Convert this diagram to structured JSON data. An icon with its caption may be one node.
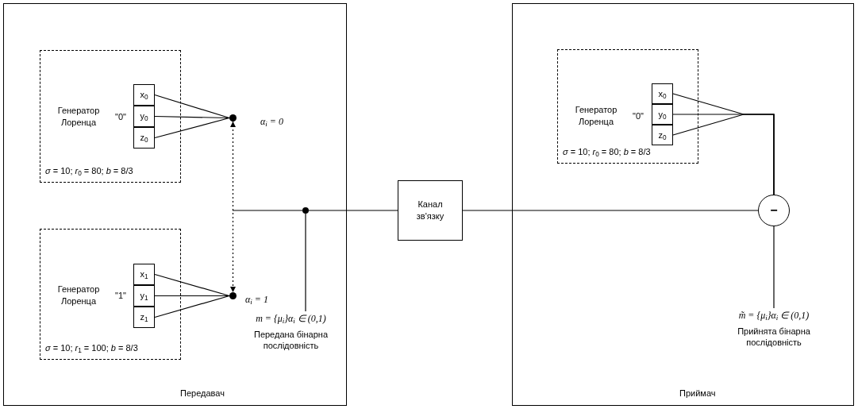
{
  "diagram": {
    "nodes": [
      {
        "text": [
          "Передавач"
        ]
      },
      {
        "text": [
          "Генератор Лоренца",
          "\"0\"",
          "*σ* = 10; *r*$_{0}$ = 80; *b* = 8/3"
        ],
        "in": 0
      },
      {
        "text": [
          "x$_{0}$"
        ],
        "in": 1
      },
      {
        "text": [
          "y$_{0}$"
        ],
        "in": 1
      },
      {
        "text": [
          "z$_{0}$"
        ],
        "in": 1
      },
      {
        "text": [],
        "shape": "circle",
        "in": 0,
        "beside": [
          "α$_{i}$ = 0"
        ]
      },
      {
        "text": [
          "Генератор Лоренца",
          "\"1\"",
          "*σ* = 10; *r*$_{1}$ = 100; *b* = 8/3"
        ],
        "in": 0
      },
      {
        "text": [
          "x$_{1}$"
        ],
        "in": 6
      },
      {
        "text": [
          "y$_{1}$"
        ],
        "in": 6
      },
      {
        "text": [
          "z$_{1}$"
        ],
        "in": 6
      },
      {
        "text": [],
        "shape": "circle",
        "in": 0,
        "beside": [
          "α$_{i}$ = 1"
        ]
      },
      {
        "text": [
          "m = {μ$_{i}$}α$_{i}$ ∈ (0,1)",
          "Передана бінарна послідовність"
        ],
        "in": 0
      },
      {
        "text": [],
        "shape": "circle",
        "in": 0
      },
      {
        "text": [
          "Канал зв'язку"
        ]
      },
      {
        "text": [
          "Приймач"
        ]
      },
      {
        "text": [
          "Генератор Лоренца",
          "\"0\"",
          "*σ* = 10; *r*$_{0}$ = 80; *b* = 8/3"
        ],
        "in": 14
      },
      {
        "text": [
          "x$_{0}$"
        ],
        "in": 15
      },
      {
        "text": [
          "y$_{0}$"
        ],
        "in": 15
      },
      {
        "text": [
          "z$_{0}$"
        ],
        "in": 15
      },
      {
        "text": [
          "−"
        ],
        "in": 14
      },
      {
        "text": [
          "m̃ = {μ$_{i}$}α$_{i}$ ∈ (0,1)",
          "Прийнята бінарна послідовність"
        ],
        "in": 14
      }
    ],
    "edges": [
      {
        "from": 2,
        "to": 5,
        "arrow": "none"
      },
      {
        "from": 3,
        "to": 5,
        "arrow": "none"
      },
      {
        "from": 4,
        "to": 5,
        "arrow": "none"
      },
      {
        "from": 7,
        "to": 10,
        "arrow": "none"
      },
      {
        "from": 8,
        "to": 10,
        "arrow": "none"
      },
      {
        "from": 9,
        "to": 10,
        "arrow": "none"
      },
      {
        "from": 5,
        "to": 10,
        "arrow": "both",
        "style": "dashed"
      },
      {
        "from": null,
        "to": 12,
        "arrow": "none"
      },
      {
        "from": 11,
        "to": 12,
        "arrow": "none"
      },
      {
        "from": 12,
        "to": 13,
        "arrow": "none"
      },
      {
        "from": 13,
        "to": 19,
        "arrow": "none"
      },
      {
        "from": 16,
        "to": 19,
        "arrow": "none"
      },
      {
        "from": 17,
        "to": 19,
        "arrow": "none"
      },
      {
        "from": 18,
        "to": 19,
        "arrow": "none"
      },
      {
        "from": 19,
        "to": 20,
        "arrow": "none"
      }
    ]
  }
}
